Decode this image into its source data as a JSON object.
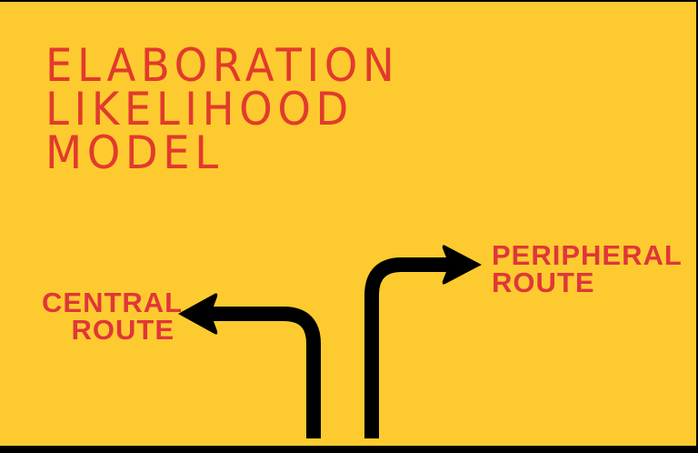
{
  "title": {
    "lines": [
      "ELABORATION",
      "LIKELIHOOD",
      "MODEL"
    ]
  },
  "routes": {
    "central": {
      "line1": "Central",
      "line2": "Route",
      "direction": "left"
    },
    "peripheral": {
      "line1": "Peripheral",
      "line2": "Route",
      "direction": "right"
    }
  },
  "colors": {
    "background": "#fdcb2f",
    "title_text": "#e23a2d",
    "route_text": "#e0363a",
    "arrows": "#000000",
    "frame": "#000000"
  },
  "icons": {
    "central_arrow": "turn-left-arrow-icon",
    "peripheral_arrow": "turn-right-arrow-icon"
  }
}
